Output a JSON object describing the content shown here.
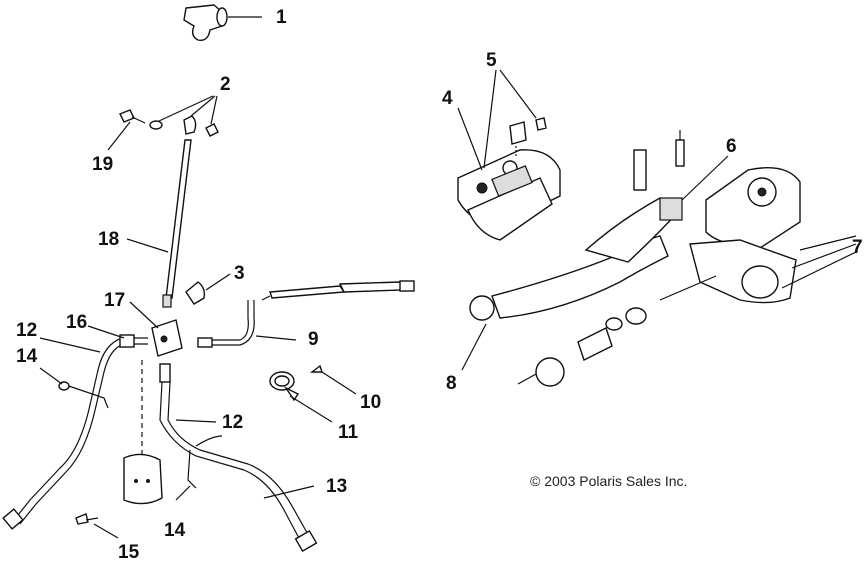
{
  "callouts": {
    "c1": "1",
    "c2": "2",
    "c3": "3",
    "c4": "4",
    "c5": "5",
    "c6": "6",
    "c7": "7",
    "c8": "8",
    "c9": "9",
    "c10": "10",
    "c11": "11",
    "c12a": "12",
    "c12b": "12",
    "c13": "13",
    "c14a": "14",
    "c14b": "14",
    "c15": "15",
    "c16": "16",
    "c17": "17",
    "c18": "18",
    "c19": "19"
  },
  "copyright": "© 2003 Polaris Sales Inc."
}
